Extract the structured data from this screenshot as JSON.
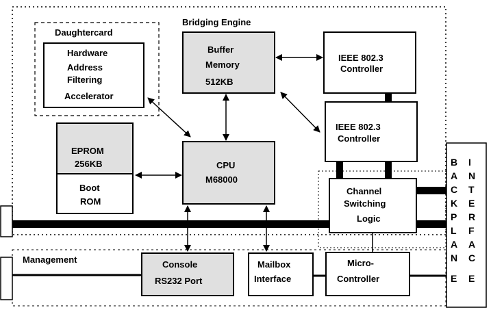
{
  "diagram": {
    "regions": {
      "bridging_engine": "Bridging Engine",
      "daughtercard": "Daughtercard",
      "management": "Management"
    },
    "blocks": {
      "hw_filter": [
        "Hardware",
        "Address",
        "Filtering",
        "Accelerator"
      ],
      "buffer_memory": [
        "Buffer",
        "Memory",
        "512KB"
      ],
      "ieee_top": [
        "IEEE 802.3",
        "Controller"
      ],
      "ieee_mid": [
        "IEEE 802.3",
        "Controller"
      ],
      "eprom": [
        "EPROM",
        "256KB"
      ],
      "boot_rom": [
        "Boot",
        "ROM"
      ],
      "cpu": [
        "CPU",
        "M68000"
      ],
      "channel_switch": [
        "Channel",
        "Switching",
        "Logic"
      ],
      "console": [
        "Console",
        "RS232 Port"
      ],
      "mailbox": [
        "Mailbox",
        "Interface"
      ],
      "microcontroller": [
        "Micro-",
        "Controller"
      ]
    },
    "backplane": {
      "left_column": [
        "B",
        "A",
        "C",
        "K",
        "P",
        "L",
        "A",
        "N",
        "E"
      ],
      "right_column": [
        "I",
        "N",
        "T",
        "E",
        "R",
        "F",
        "A",
        "C",
        "E"
      ]
    },
    "colors": {
      "shaded_block": "#e0e0e0",
      "line": "#000000",
      "background": "#ffffff"
    }
  }
}
